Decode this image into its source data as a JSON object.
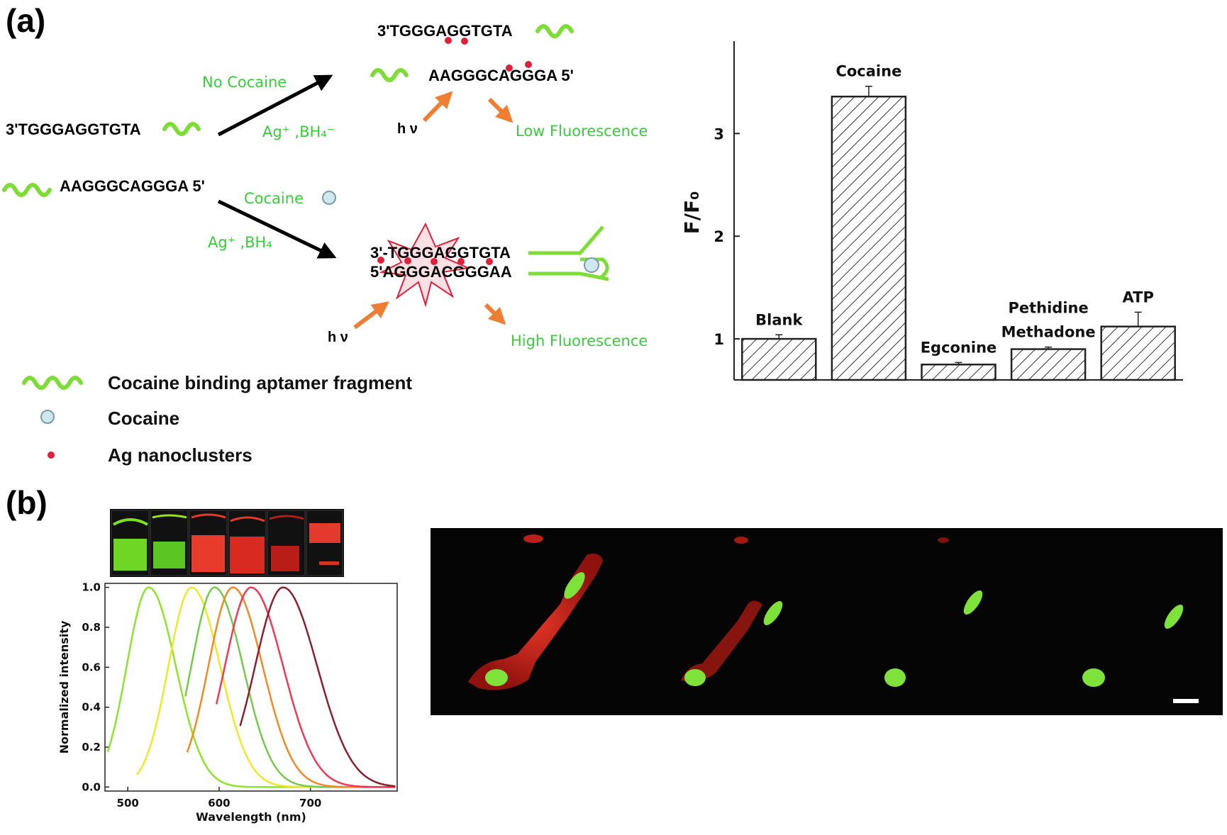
{
  "panel_a": {
    "label": "(a)",
    "strand_top": "3'TGGGAGGTGTA",
    "strand_bottom": "AAGGGCAGGGA 5'",
    "no_cocaine": "No Cocaine",
    "reagent_upper": "Ag⁺ ,BH₄⁻",
    "cocaine_label": "Cocaine",
    "reagent_lower": "Ag⁺ ,BH₄",
    "product_top_strand": "3'TGGGAGGTGTA",
    "product_top_strand2": "AAGGGCAGGGA 5'",
    "hv_upper": "h ν",
    "low_fluorescence": "Low Fluorescence",
    "duplex_line1": "3'-TGGGAGGTGTA",
    "duplex_line2": "5'AGGGACGGGAA",
    "hv_lower": "h ν",
    "high_fluorescence": "High Fluorescence",
    "legend": [
      {
        "icon": "wave-icon",
        "text": "Cocaine binding aptamer fragment"
      },
      {
        "icon": "circle-icon",
        "text": "Cocaine"
      },
      {
        "icon": "red-dot-icon",
        "text": "Ag nanoclusters"
      }
    ]
  },
  "panel_b": {
    "label": "(b)"
  },
  "colors": {
    "aptamer": "#7ddc35",
    "green_text": "#39cc3a",
    "arrow_orange": "#f07e32",
    "ag_red": "#e0203a",
    "cocaine_fill": "#cfe8ef"
  },
  "chart_data": [
    {
      "type": "bar",
      "categories": [
        "Blank",
        "Cocaine",
        "Egconine",
        "Pethidine\nMethadone",
        "ATP"
      ],
      "values": [
        1.0,
        3.36,
        0.75,
        0.9,
        1.12
      ],
      "errors": [
        0.04,
        0.1,
        0.02,
        0.02,
        0.14
      ],
      "ylabel": "F/F₀",
      "yticks": [
        1,
        2,
        3
      ],
      "ylim": [
        0.6,
        3.9
      ],
      "grid": false,
      "pattern": "hatched"
    },
    {
      "type": "line",
      "xlabel": "Wavelength (nm)",
      "ylabel": "Normalized intensity",
      "xlim": [
        475,
        795
      ],
      "ylim": [
        -0.02,
        1.02
      ],
      "xticks": [
        500,
        600,
        700
      ],
      "yticks": [
        0.0,
        0.2,
        0.4,
        0.6,
        0.8,
        1.0
      ],
      "series": [
        {
          "color": "#8ee32d",
          "peak": 523,
          "start": 478,
          "width": 38
        },
        {
          "color": "#f0e62a",
          "peak": 570,
          "start": 510,
          "width": 40
        },
        {
          "color": "#77c94a",
          "peak": 595,
          "start": 563,
          "width": 40
        },
        {
          "color": "#f28a22",
          "peak": 615,
          "start": 565,
          "width": 42
        },
        {
          "color": "#ef3a55",
          "peak": 635,
          "start": 597,
          "width": 45
        },
        {
          "color": "#8a1f2e",
          "peak": 670,
          "start": 623,
          "width": 48
        }
      ]
    }
  ]
}
